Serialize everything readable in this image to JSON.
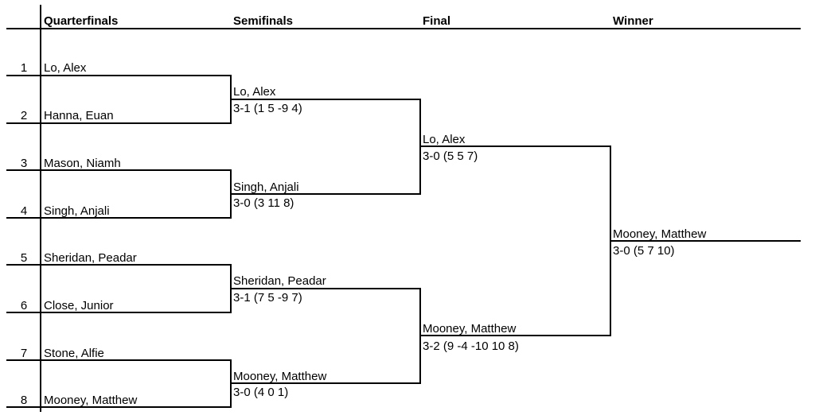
{
  "headers": {
    "quarterfinals": "Quarterfinals",
    "semifinals": "Semifinals",
    "final": "Final",
    "winner": "Winner"
  },
  "quarterfinals": [
    {
      "seed": "1",
      "name": "Lo, Alex"
    },
    {
      "seed": "2",
      "name": "Hanna, Euan"
    },
    {
      "seed": "3",
      "name": "Mason, Niamh"
    },
    {
      "seed": "4",
      "name": "Singh, Anjali"
    },
    {
      "seed": "5",
      "name": "Sheridan, Peadar"
    },
    {
      "seed": "6",
      "name": "Close, Junior"
    },
    {
      "seed": "7",
      "name": "Stone, Alfie"
    },
    {
      "seed": "8",
      "name": "Mooney, Matthew"
    }
  ],
  "semifinals": [
    {
      "name": "Lo, Alex",
      "score": "3-1 (1 5 -9 4)"
    },
    {
      "name": "Singh, Anjali",
      "score": "3-0 (3 11 8)"
    },
    {
      "name": "Sheridan, Peadar",
      "score": "3-1 (7 5 -9 7)"
    },
    {
      "name": "Mooney, Matthew",
      "score": "3-0 (4 0 1)"
    }
  ],
  "final": [
    {
      "name": "Lo, Alex",
      "score": "3-0 (5 5 7)"
    },
    {
      "name": "Mooney, Matthew",
      "score": "3-2 (9 -4 -10 10 8)"
    }
  ],
  "winner": {
    "name": "Mooney, Matthew",
    "score": "3-0 (5 7 10)"
  }
}
